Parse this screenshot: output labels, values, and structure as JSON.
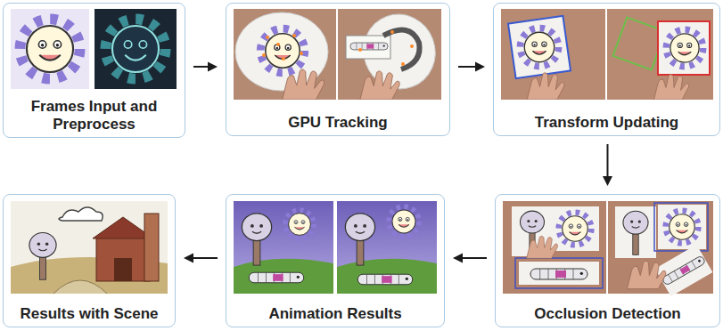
{
  "diagram": {
    "nodes": [
      {
        "text": [
          "Frames Input and Preprocess"
        ]
      },
      {
        "text": [
          "GPU Tracking"
        ]
      },
      {
        "text": [
          "Transform Updating"
        ]
      },
      {
        "text": [
          "Results with Scene"
        ]
      },
      {
        "text": [
          "Animation Results"
        ]
      },
      {
        "text": [
          "Occlusion Detection"
        ]
      }
    ],
    "edges": [
      {
        "from": 0,
        "to": 1,
        "arrow": "to"
      },
      {
        "from": 1,
        "to": 2,
        "arrow": "to"
      },
      {
        "from": 2,
        "to": 5,
        "arrow": "to"
      },
      {
        "from": 5,
        "to": 4,
        "arrow": "to"
      },
      {
        "from": 4,
        "to": 3,
        "arrow": "to"
      }
    ]
  }
}
